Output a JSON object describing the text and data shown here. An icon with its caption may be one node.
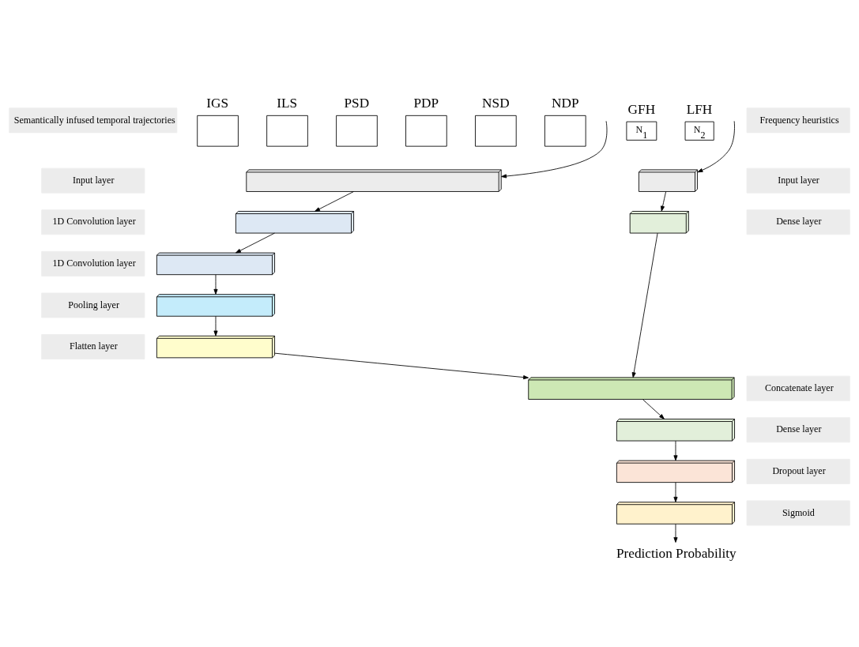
{
  "diagram": {
    "nodes": [
      {
        "text": [
          "Semantically infused temporal trajectories"
        ]
      },
      {
        "text": [],
        "shape": "box",
        "beside": [
          "IGS"
        ]
      },
      {
        "text": [],
        "shape": "box",
        "beside": [
          "ILS"
        ]
      },
      {
        "text": [],
        "shape": "box",
        "beside": [
          "PSD"
        ]
      },
      {
        "text": [],
        "shape": "box",
        "beside": [
          "PDP"
        ]
      },
      {
        "text": [],
        "shape": "box",
        "beside": [
          "NSD"
        ]
      },
      {
        "text": [],
        "shape": "box",
        "beside": [
          "NDP"
        ]
      },
      {
        "text": [
          "N$_{1}$"
        ],
        "beside": [
          "GFH"
        ]
      },
      {
        "text": [
          "N$_{2}$"
        ],
        "beside": [
          "LFH"
        ]
      },
      {
        "text": [
          "Frequency heuristics"
        ]
      },
      {
        "text": [
          "Input layer"
        ]
      },
      {
        "text": [],
        "shape": "box"
      },
      {
        "text": [],
        "shape": "box"
      },
      {
        "text": [
          "Input layer"
        ]
      },
      {
        "text": [
          "1D Convolution layer"
        ]
      },
      {
        "text": [],
        "shape": "box"
      },
      {
        "text": [],
        "shape": "box"
      },
      {
        "text": [
          "Dense layer"
        ]
      },
      {
        "text": [
          "1D Convolution layer"
        ]
      },
      {
        "text": [],
        "shape": "box"
      },
      {
        "text": [
          "Pooling layer"
        ]
      },
      {
        "text": [],
        "shape": "box"
      },
      {
        "text": [
          "Flatten layer"
        ]
      },
      {
        "text": [],
        "shape": "box"
      },
      {
        "text": [],
        "shape": "box"
      },
      {
        "text": [
          "Concatenate layer"
        ]
      },
      {
        "text": [],
        "shape": "box"
      },
      {
        "text": [
          "Dense layer"
        ]
      },
      {
        "text": [],
        "shape": "box"
      },
      {
        "text": [
          "Dropout layer"
        ]
      },
      {
        "text": [],
        "shape": "box"
      },
      {
        "text": [
          "Sigmoid"
        ]
      },
      {
        "text": [
          "Prediction Probability"
        ]
      }
    ],
    "edges": [
      {
        "from": null,
        "to": 11,
        "arrow": "to"
      },
      {
        "from": null,
        "to": 12,
        "arrow": "to"
      },
      {
        "from": 11,
        "to": 15,
        "arrow": "to"
      },
      {
        "from": 15,
        "to": 19,
        "arrow": "to"
      },
      {
        "from": 19,
        "to": 21,
        "arrow": "to"
      },
      {
        "from": 21,
        "to": 23,
        "arrow": "to"
      },
      {
        "from": 12,
        "to": 16,
        "arrow": "to"
      },
      {
        "from": 23,
        "to": 24,
        "arrow": "to"
      },
      {
        "from": 16,
        "to": 24,
        "arrow": "to"
      },
      {
        "from": 24,
        "to": 26,
        "arrow": "to"
      },
      {
        "from": 26,
        "to": 28,
        "arrow": "to"
      },
      {
        "from": 28,
        "to": 30,
        "arrow": "to"
      },
      {
        "from": 30,
        "to": 32,
        "arrow": "to"
      }
    ]
  }
}
